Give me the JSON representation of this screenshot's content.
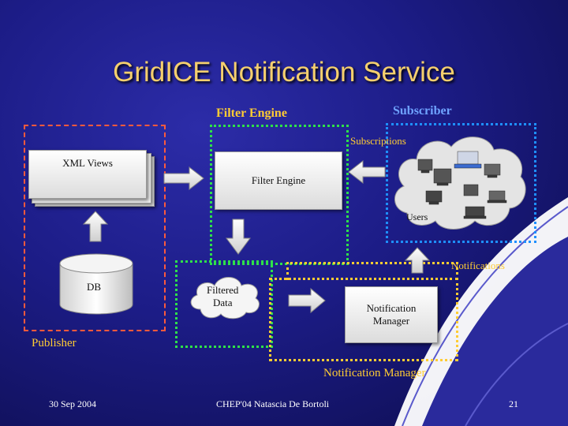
{
  "title": "GridICE Notification Service",
  "labels": {
    "filter_engine_top": "Filter Engine",
    "subscriber": "Subscriber",
    "subscriptions": "Subscriptions",
    "users": "Users",
    "notifications": "Notifications",
    "publisher": "Publisher",
    "notification_manager_bottom": "Notification Manager"
  },
  "nodes": {
    "xml_views": "XML Views",
    "filter_engine": "Filter Engine",
    "db": "DB",
    "filtered_data_line1": "Filtered",
    "filtered_data_line2": "Data",
    "notification_manager_line1": "Notification",
    "notification_manager_line2": "Manager"
  },
  "footer": {
    "date": "30 Sep 2004",
    "event": "CHEP'04  Natascia De Bortoli",
    "page": "21"
  },
  "colors": {
    "background": "#1c1c86",
    "title": "#f5cf6e",
    "label": "#ffcc33",
    "subscriber": "#6fa3ff",
    "publisher_box": "#ff5a3c",
    "filter_box": "#2ee04a",
    "subscriber_box": "#1e90ff",
    "manager_box": "#ffcc33"
  }
}
